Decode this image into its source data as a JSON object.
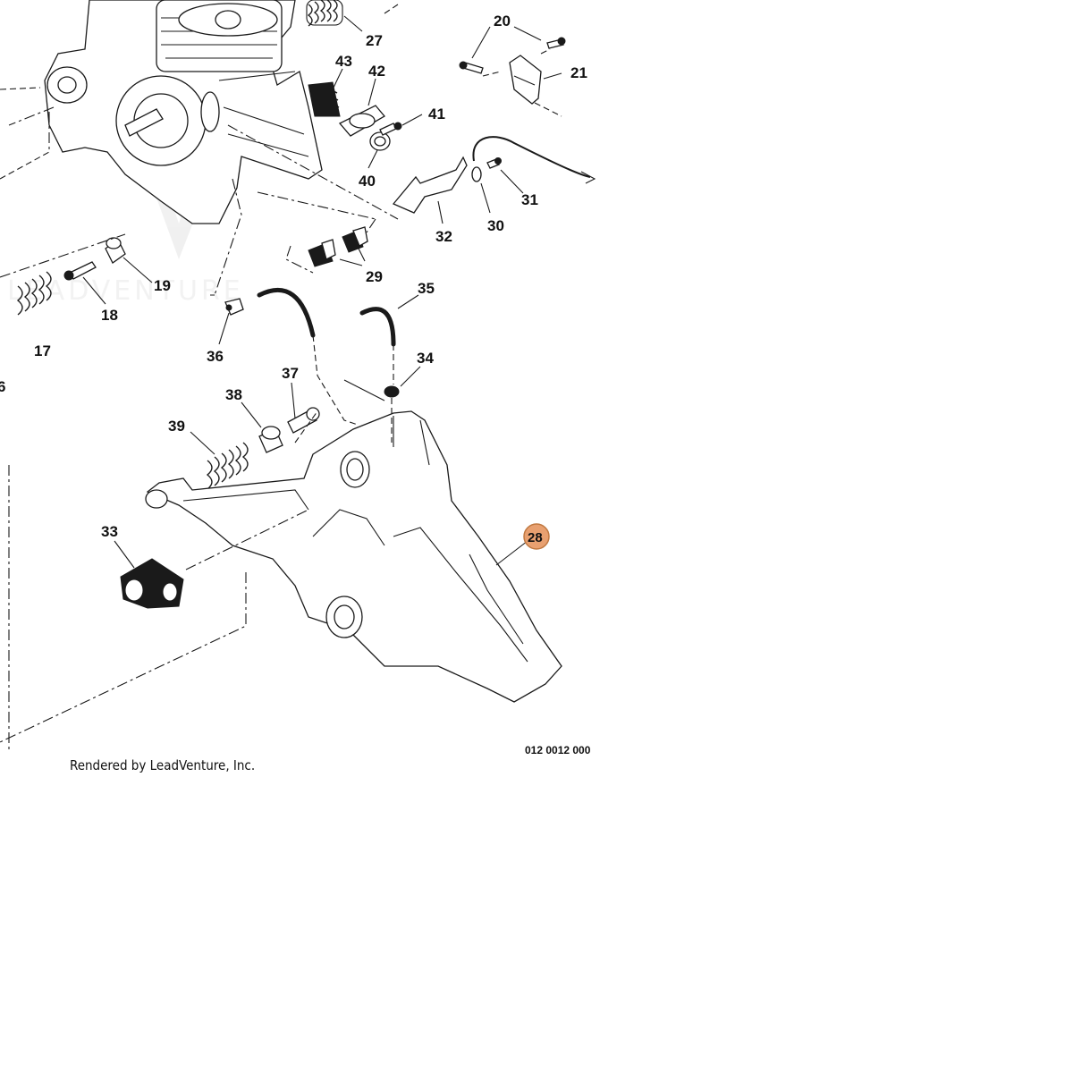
{
  "diagram": {
    "drawing_code": "012 0012 000",
    "credit": "Rendered by LeadVenture, Inc.",
    "watermark": "LEADVENTURE",
    "highlight_color": "#e8a070",
    "callouts": [
      {
        "id": "c20",
        "text": "20"
      },
      {
        "id": "c21",
        "text": "21"
      },
      {
        "id": "c27",
        "text": "27"
      },
      {
        "id": "c43",
        "text": "43"
      },
      {
        "id": "c42",
        "text": "42"
      },
      {
        "id": "c41",
        "text": "41"
      },
      {
        "id": "c40",
        "text": "40"
      },
      {
        "id": "c31",
        "text": "31"
      },
      {
        "id": "c30",
        "text": "30"
      },
      {
        "id": "c32",
        "text": "32"
      },
      {
        "id": "c29",
        "text": "29"
      },
      {
        "id": "c19",
        "text": "19"
      },
      {
        "id": "c18",
        "text": "18"
      },
      {
        "id": "c17",
        "text": "17"
      },
      {
        "id": "c16",
        "text": "6"
      },
      {
        "id": "c35",
        "text": "35"
      },
      {
        "id": "c36",
        "text": "36"
      },
      {
        "id": "c34",
        "text": "34"
      },
      {
        "id": "c37",
        "text": "37"
      },
      {
        "id": "c38",
        "text": "38"
      },
      {
        "id": "c39",
        "text": "39"
      },
      {
        "id": "c33",
        "text": "33"
      },
      {
        "id": "c28",
        "text": "28",
        "highlighted": true
      }
    ]
  }
}
